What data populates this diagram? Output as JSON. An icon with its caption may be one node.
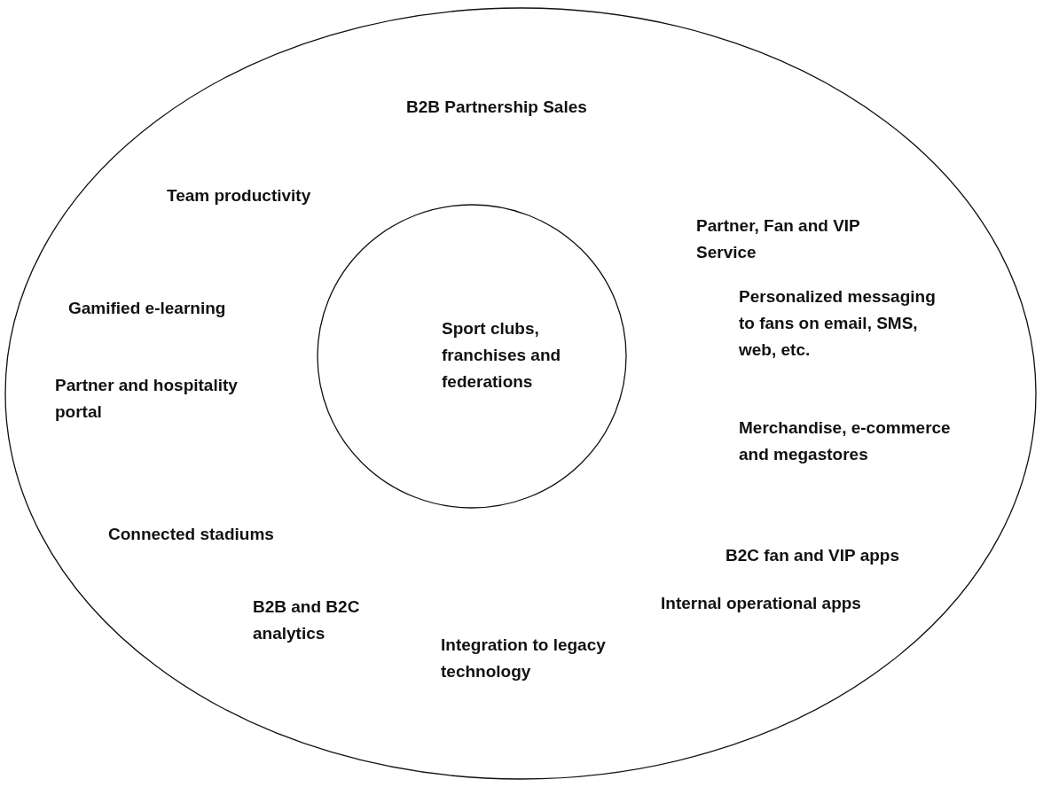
{
  "diagram": {
    "nodes": [
      {
        "text": [
          "B2B Partnership Sales",
          "Team productivity",
          "Partner, Fan and VIP Service",
          "Gamified e-learning",
          "Personalized messaging to fans on email, SMS, web, etc.",
          "Partner and hospitality portal",
          "Merchandise, e-commerce and megastores",
          "Connected stadiums",
          "B2C fan and VIP apps",
          "B2B and B2C analytics",
          "Internal operational apps",
          "Integration to legacy technology"
        ]
      },
      {
        "text": [
          "Sport clubs, franchises and federations"
        ],
        "in": 0
      }
    ]
  }
}
